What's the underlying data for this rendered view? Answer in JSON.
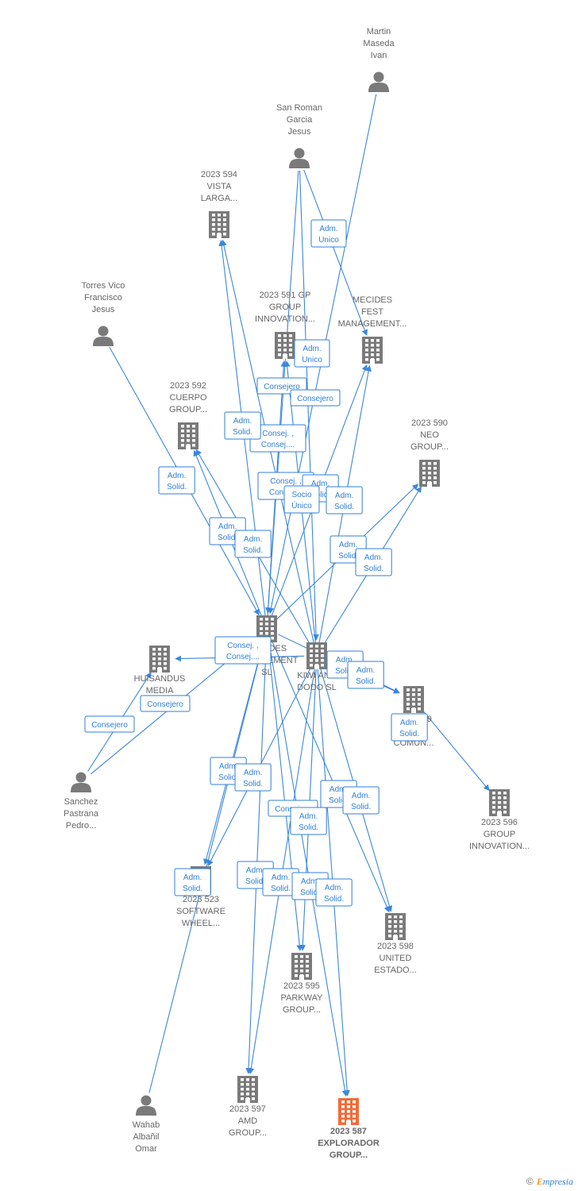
{
  "colors": {
    "edge": "#3a87dd",
    "node": "#7a7a7a",
    "highlight": "#f26b3a"
  },
  "nodes": [
    {
      "id": "martin",
      "type": "person",
      "lines": [
        "Martin",
        "Maseda",
        "Ivan"
      ]
    },
    {
      "id": "sanroman",
      "type": "person",
      "lines": [
        "San Roman",
        "Garcia",
        "Jesus"
      ]
    },
    {
      "id": "c594",
      "type": "company",
      "lines": [
        "2023 594",
        "VISTA",
        "LARGA..."
      ]
    },
    {
      "id": "torres",
      "type": "person",
      "lines": [
        "Torres Vico",
        "Francisco",
        "Jesus"
      ]
    },
    {
      "id": "c591",
      "type": "company",
      "lines": [
        "2023 591 GP",
        "GROUP",
        "INNOVATION..."
      ]
    },
    {
      "id": "mecfest",
      "type": "company",
      "lines": [
        "MECIDES",
        "FEST",
        "MANAGEMENT..."
      ]
    },
    {
      "id": "c592",
      "type": "company",
      "lines": [
        "2023 592",
        "CUERPO",
        "GROUP..."
      ]
    },
    {
      "id": "c590",
      "type": "company",
      "lines": [
        "2023 590",
        "NEO",
        "GROUP..."
      ]
    },
    {
      "id": "mecman",
      "type": "company",
      "lines": [
        "MECIDES",
        "MANAGEMENT",
        "SL"
      ]
    },
    {
      "id": "kiwi",
      "type": "company",
      "lines": [
        "KIWI AND",
        "DODO  SL"
      ]
    },
    {
      "id": "huisandus",
      "type": "company",
      "lines": [
        "HUISANDUS",
        "MEDIA",
        "GROUP..."
      ]
    },
    {
      "id": "c599",
      "type": "company",
      "lines": [
        "2023 599",
        "INFO",
        "COMUN..."
      ]
    },
    {
      "id": "sanchez",
      "type": "person",
      "lines": [
        "Sanchez",
        "Pastrana",
        "Pedro..."
      ]
    },
    {
      "id": "c596",
      "type": "company",
      "lines": [
        "2023 596",
        "GROUP",
        "INNOVATION..."
      ]
    },
    {
      "id": "c523",
      "type": "company",
      "lines": [
        "2023 523",
        "SOFTWARE",
        "WHEEL..."
      ]
    },
    {
      "id": "c598",
      "type": "company",
      "lines": [
        "2023 598",
        "UNITED",
        "ESTADO..."
      ]
    },
    {
      "id": "c595",
      "type": "company",
      "lines": [
        "2023 595",
        "PARKWAY",
        "GROUP..."
      ]
    },
    {
      "id": "wahab",
      "type": "person",
      "lines": [
        "Wahab",
        "Albañil",
        "Omar"
      ]
    },
    {
      "id": "c597",
      "type": "company",
      "lines": [
        "2023 597",
        "AMD",
        "GROUP..."
      ]
    },
    {
      "id": "c587",
      "type": "company",
      "highlight": true,
      "lines": [
        "2023 587",
        "EXPLORADOR",
        "GROUP..."
      ]
    }
  ],
  "edges": [
    {
      "from": "martin",
      "to": "mecman",
      "label": [
        "Adm.",
        "Unico"
      ]
    },
    {
      "from": "sanroman",
      "to": "mecfest",
      "label": [
        "Adm.",
        "Unico"
      ]
    },
    {
      "from": "sanroman",
      "to": "kiwi",
      "label": [
        "Consejero"
      ]
    },
    {
      "from": "sanroman",
      "to": "mecman",
      "label": [
        "Consejero"
      ]
    },
    {
      "from": "torres",
      "to": "mecman",
      "label": [
        "Consej. ,",
        "Consej...."
      ]
    },
    {
      "from": "mecman",
      "to": "c594",
      "label": [
        "Adm.",
        "Solid."
      ]
    },
    {
      "from": "kiwi",
      "to": "c594",
      "label": [
        "Adm.",
        "Solid."
      ]
    },
    {
      "from": "mecman",
      "to": "c591",
      "label": [
        "Consej. ,",
        "Consej...."
      ]
    },
    {
      "from": "kiwi",
      "to": "c591",
      "label": [
        "Adm.",
        "Solid."
      ]
    },
    {
      "from": "mecman",
      "to": "mecfest",
      "label": [
        "Socio",
        "Único"
      ]
    },
    {
      "from": "kiwi",
      "to": "mecfest",
      "label": [
        "Adm.",
        "Solid."
      ]
    },
    {
      "from": "mecman",
      "to": "c592",
      "label": [
        "Adm.",
        "Solid."
      ]
    },
    {
      "from": "kiwi",
      "to": "c592",
      "label": [
        "Adm.",
        "Solid."
      ]
    },
    {
      "from": "mecman",
      "to": "c590",
      "label": [
        "Adm.",
        "Solid."
      ]
    },
    {
      "from": "kiwi",
      "to": "c590",
      "label": [
        "Adm.",
        "Solid."
      ]
    },
    {
      "from": "kiwi",
      "to": "huisandus",
      "label": [
        "Consej. ,",
        "Consej...."
      ]
    },
    {
      "from": "mecman",
      "to": "c599",
      "label": [
        "Adm.",
        "Solid."
      ]
    },
    {
      "from": "kiwi",
      "to": "c599",
      "label": [
        "Adm.",
        "Solid."
      ]
    },
    {
      "from": "sanchez",
      "to": "huisandus",
      "label": [
        "Consejero"
      ]
    },
    {
      "from": "sanchez",
      "to": "mecman",
      "label": [
        "Consejero"
      ]
    },
    {
      "from": "c599",
      "to": "c596",
      "label": [
        "Adm.",
        "Solid."
      ]
    },
    {
      "from": "mecman",
      "to": "c523",
      "label": [
        "Adm.",
        "Solid."
      ]
    },
    {
      "from": "kiwi",
      "to": "c523",
      "label": [
        "Adm.",
        "Solid."
      ]
    },
    {
      "from": "wahab",
      "to": "mecman",
      "label": [
        "Consejero"
      ]
    },
    {
      "from": "mecman",
      "to": "c598",
      "label": [
        "Adm.",
        "Solid."
      ]
    },
    {
      "from": "kiwi",
      "to": "c598",
      "label": [
        "Adm.",
        "Solid."
      ]
    },
    {
      "from": "mecman",
      "to": "c595",
      "label": [
        "Adm.",
        "Solid."
      ]
    },
    {
      "from": "kiwi",
      "to": "c595",
      "label": [
        "Adm.",
        "Solid."
      ]
    },
    {
      "from": "mecman",
      "to": "c597",
      "label": [
        "Adm.",
        "Solid."
      ]
    },
    {
      "from": "kiwi",
      "to": "c597",
      "label": [
        "Adm.",
        "Solid."
      ]
    },
    {
      "from": "mecman",
      "to": "c587",
      "label": [
        "Adm.",
        "Solid."
      ]
    },
    {
      "from": "kiwi",
      "to": "c587",
      "label": [
        "Adm.",
        "Solid."
      ]
    }
  ],
  "footer": {
    "copyright": "©",
    "brand_initial": "E",
    "brand_rest": "mpresia"
  }
}
